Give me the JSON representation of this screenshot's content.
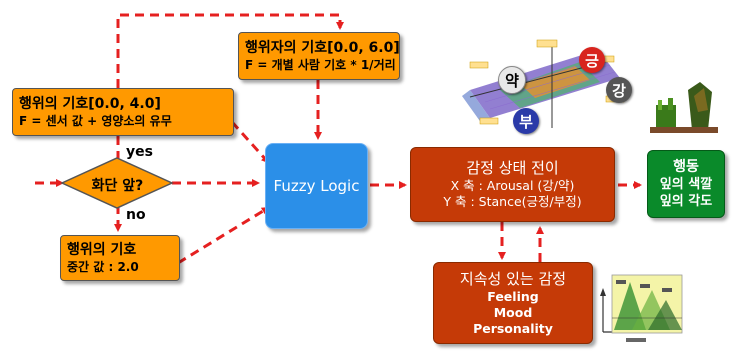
{
  "nodes": {
    "pref_distance": {
      "title": "행위자의 기호[0.0, 6.0]",
      "formula": "F = 개별 사람 기호 * 1/거리"
    },
    "pref_sensor": {
      "title": "행위의 기호[0.0, 4.0]",
      "formula": "F = 센서 값 + 영양소의 유무"
    },
    "decision": {
      "label": "화단 앞?",
      "yes": "yes",
      "no": "no"
    },
    "pref_mid": {
      "title": "행위의 기호",
      "formula": "중간 값 : 2.0"
    },
    "fuzzy": {
      "label": "Fuzzy Logic"
    },
    "emotion_transition": {
      "title": "감정 상태 전이",
      "x_axis": "X 축 : Arousal (강/약)",
      "y_axis": "Y 축 : Stance(긍정/부정)"
    },
    "action": {
      "title": "행동",
      "line1": "잎의 색깔",
      "line2": "잎의 각도"
    },
    "lasting_emotion": {
      "title": "지속성 있는 감정",
      "items": [
        "Feeling",
        "Mood",
        "Personality"
      ]
    }
  },
  "emotion_axes": {
    "top": "긍",
    "left": "약",
    "right": "강",
    "bottom": "부"
  },
  "colors": {
    "orange": "#ff9900",
    "blue": "#2b8fe8",
    "red": "#c53a07",
    "green": "#0a8a2a",
    "arrow": "#e52020"
  }
}
